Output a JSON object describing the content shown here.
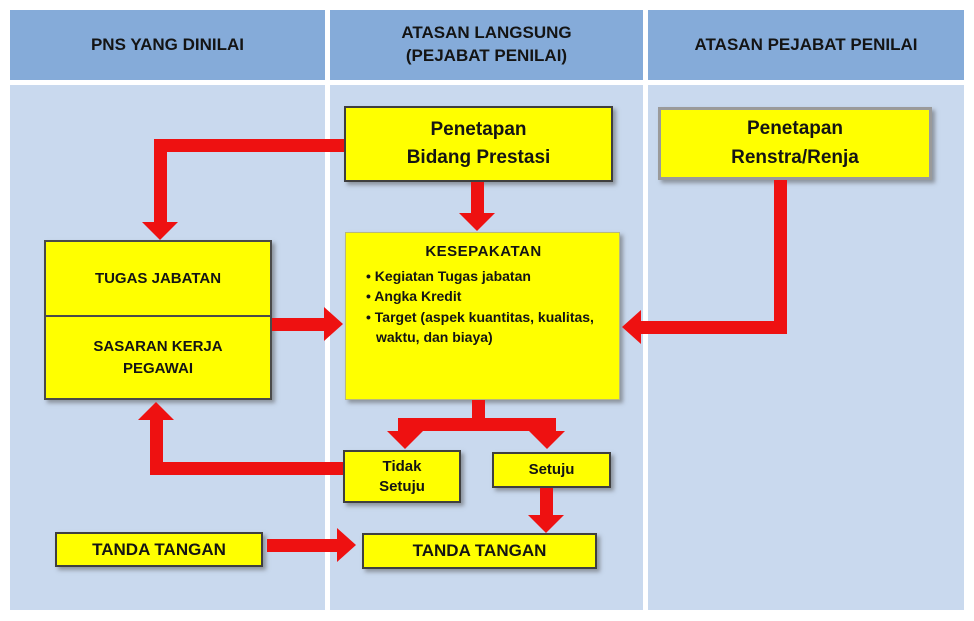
{
  "colors": {
    "header_blue": "#85abd9",
    "body_blue": "#c9d9ee",
    "box_yellow": "#ffff00",
    "arrow_red": "#ee1111"
  },
  "header": {
    "col1": "PNS YANG DINILAI",
    "col2_line1": "ATASAN LANGSUNG",
    "col2_line2": "(PEJABAT PENILAI)",
    "col3": "ATASAN PEJABAT PENILAI"
  },
  "boxes": {
    "penetapan_bidang": {
      "line1": "Penetapan",
      "line2": "Bidang Prestasi"
    },
    "penetapan_renstra": {
      "line1": "Penetapan",
      "line2": "Renstra/Renja"
    },
    "tugas_jabatan": {
      "label": "TUGAS JABATAN"
    },
    "sasaran_kerja": {
      "label": "SASARAN KERJA PEGAWAI"
    },
    "kesepakatan": {
      "title": "KESEPAKATAN",
      "bullets": [
        "Kegiatan Tugas jabatan",
        "Angka Kredit",
        "Target (aspek kuantitas, kualitas, waktu, dan biaya)"
      ]
    },
    "tidak_setuju": {
      "label": "Tidak Setuju"
    },
    "setuju": {
      "label": "Setuju"
    },
    "tanda_tangan_pns": {
      "label": "TANDA TANGAN"
    },
    "tanda_tangan_penilai": {
      "label": "TANDA TANGAN"
    }
  }
}
